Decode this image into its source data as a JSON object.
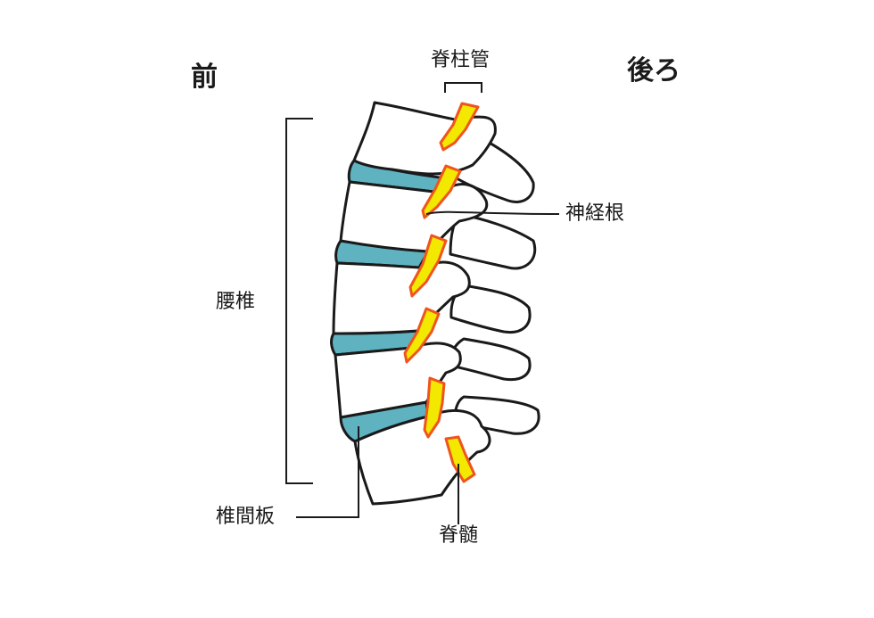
{
  "labels": {
    "front": "前",
    "back": "後ろ",
    "spinal_canal": "脊柱管",
    "nerve_root": "神経根",
    "lumbar": "腰椎",
    "disc": "椎間板",
    "spinal_cord": "脊髄"
  },
  "colors": {
    "disc": "#5fb3c1",
    "cord_fill": "#f2e800",
    "cord_outline": "#f0541e",
    "bone_outline": "#1a1a1a"
  }
}
